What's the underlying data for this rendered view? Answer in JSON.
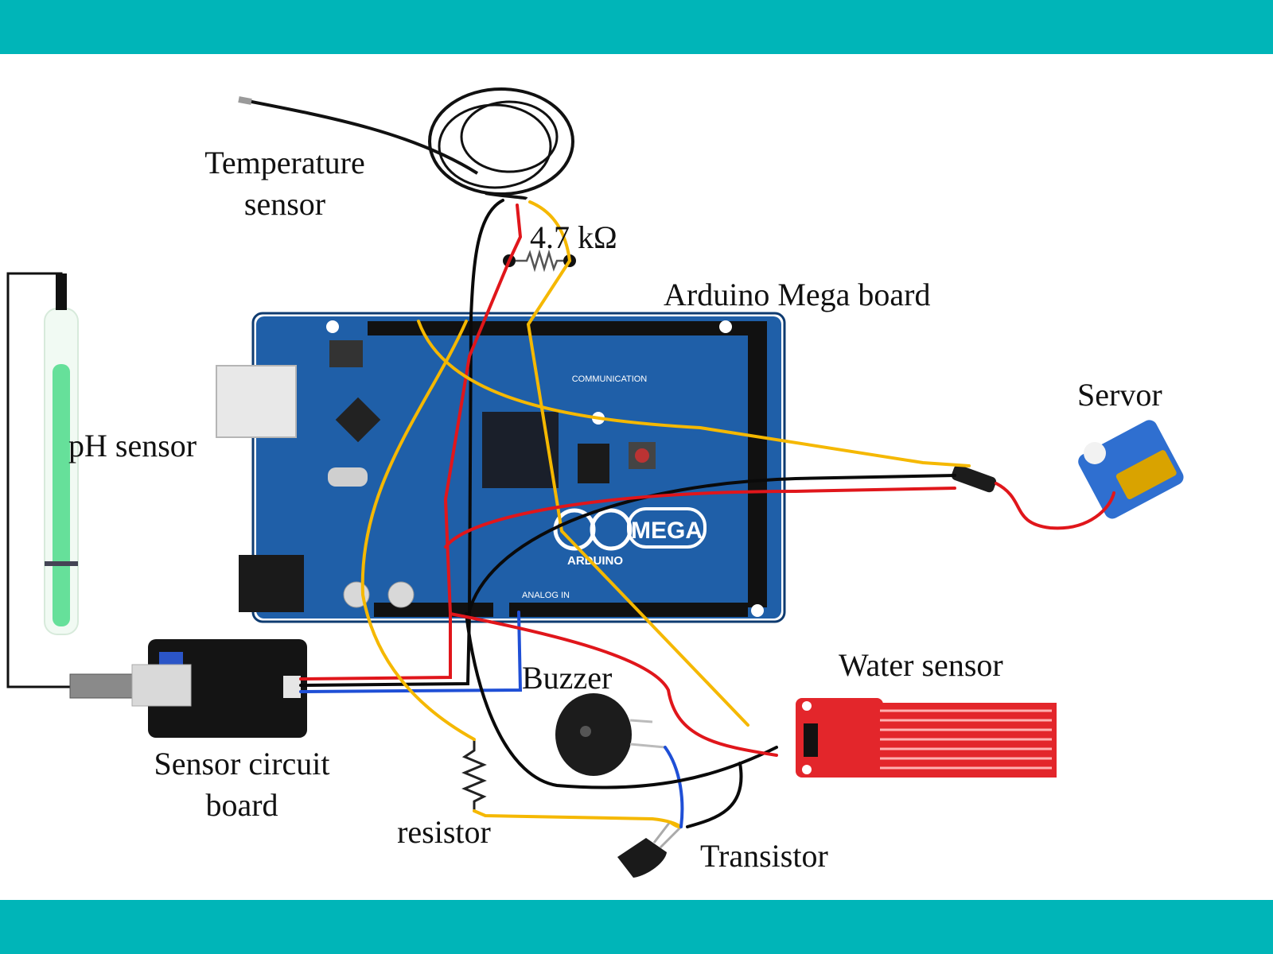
{
  "colors": {
    "band": "#00b5b8",
    "board_blue": "#1f5fa8",
    "board_dark": "#15457f",
    "wire_black": "#0a0a0a",
    "wire_red": "#e0161b",
    "wire_yellow": "#f5b800",
    "wire_blue": "#1f4fd6",
    "module_red": "#e3262b",
    "servo_blue": "#2f6fd0",
    "probe_green": "#66e09a"
  },
  "labels": {
    "temperature_sensor_line1": "Temperature",
    "temperature_sensor_line2": "sensor",
    "resistor_value": "4.7 kΩ",
    "arduino": "Arduino Mega board",
    "servo": "Servor",
    "ph_sensor": "pH sensor",
    "water_sensor": "Water sensor",
    "buzzer": "Buzzer",
    "sensor_board_line1": "Sensor circuit",
    "sensor_board_line2": "board",
    "resistor": "resistor",
    "transistor": "Transistor"
  },
  "board_marks": {
    "mega_logo": "MEGA",
    "arduino_logo": "ARDUINO",
    "communication": "COMMUNICATION",
    "analog_in": "ANALOG IN"
  }
}
